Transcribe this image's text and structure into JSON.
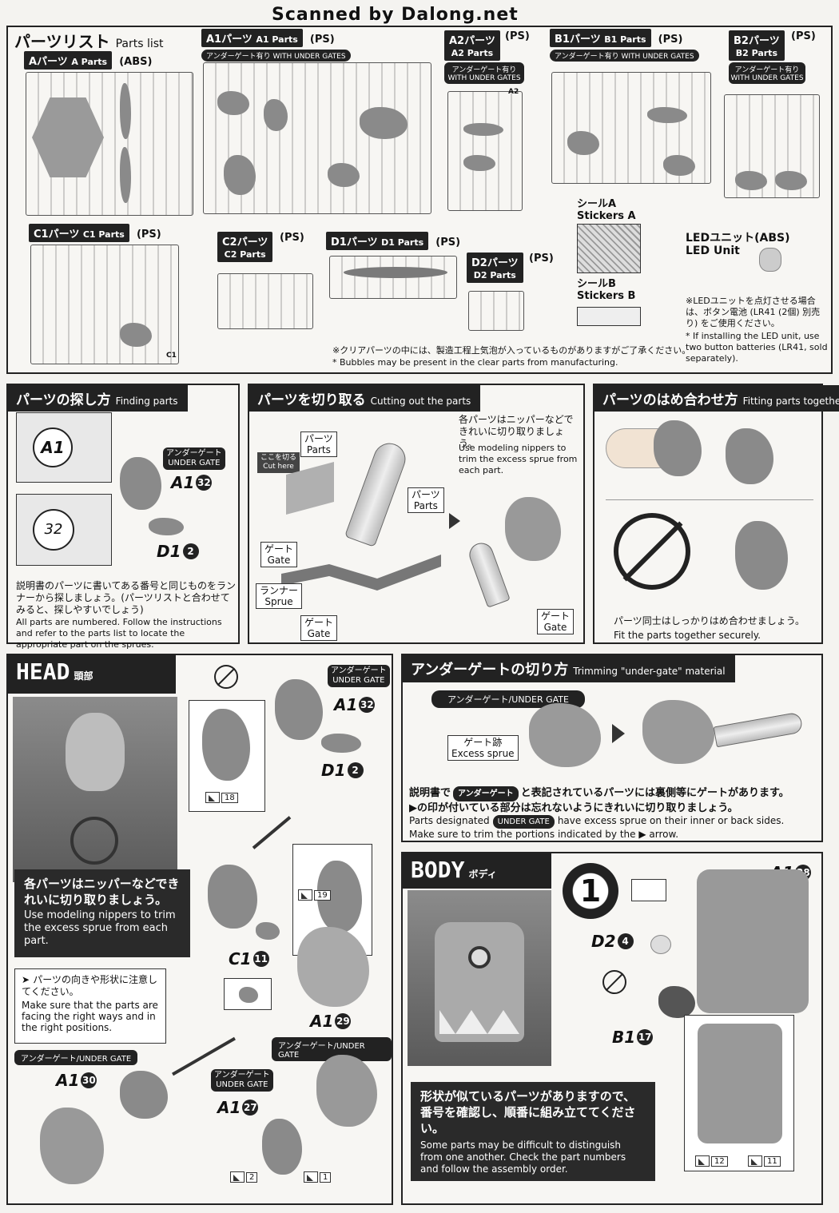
{
  "watermark": "Scanned by Dalong.net",
  "parts_list": {
    "title_jp": "パーツリスト",
    "title_en": "Parts list",
    "a": {
      "jp": "Aパーツ",
      "en": "A Parts",
      "mat": "(ABS)"
    },
    "a1": {
      "jp": "A1パーツ",
      "en": "A1 Parts",
      "mat": "(PS)",
      "gate": "アンダーゲート有り WITH UNDER GATES"
    },
    "a2": {
      "jp": "A2パーツ",
      "en": "A2 Parts",
      "mat": "(PS)",
      "gate_jp": "アンダーゲート有り",
      "gate_en": "WITH UNDER GATES",
      "sprue_label": "A2"
    },
    "b1": {
      "jp": "B1パーツ",
      "en": "B1 Parts",
      "mat": "(PS)",
      "gate": "アンダーゲート有り WITH UNDER GATES"
    },
    "b2": {
      "jp": "B2パーツ",
      "en": "B2 Parts",
      "mat": "(PS)",
      "gate_jp": "アンダーゲート有り",
      "gate_en": "WITH UNDER GATES"
    },
    "c1": {
      "jp": "C1パーツ",
      "en": "C1 Parts",
      "mat": "(PS)",
      "sprue_label": "C1"
    },
    "c2": {
      "jp": "C2パーツ",
      "en": "C2 Parts",
      "mat": "(PS)"
    },
    "d1": {
      "jp": "D1パーツ",
      "en": "D1 Parts",
      "mat": "(PS)"
    },
    "d2": {
      "jp": "D2パーツ",
      "en": "D2 Parts",
      "mat": "(PS)"
    },
    "stickers_a": {
      "jp": "シールA",
      "en": "Stickers A"
    },
    "stickers_b": {
      "jp": "シールB",
      "en": "Stickers B"
    },
    "led": {
      "jp": "LEDユニット(ABS)",
      "en": "LED Unit"
    },
    "led_note_jp": "※LEDユニットを点灯させる場合は、ボタン電池 (LR41 (2個) 別売り) をご使用ください。",
    "led_note_en": "* If installing the LED unit, use two button batteries (LR41, sold separately).",
    "bubble_jp": "※クリアパーツの中には、製造工程上気泡が入っているものがありますがご了承ください。",
    "bubble_en": "* Bubbles may be present in the clear parts from manufacturing."
  },
  "finding": {
    "title_jp": "パーツの探し方",
    "title_en": "Finding parts",
    "runner_tag": "A1",
    "runner_num": "32",
    "gate_jp": "アンダーゲート",
    "gate_en": "UNDER GATE",
    "p1": {
      "letter": "A1",
      "num": "32"
    },
    "p2": {
      "letter": "D1",
      "num": "2"
    },
    "text_jp": "説明書のパーツに書いてある番号と同じものをランナーから探しましょう。(パーツリストと合わせてみると、探しやすいでしょう)",
    "text_en": "All parts are numbered. Follow the instructions and refer to the parts list to locate the appropriate part on the sprues."
  },
  "cutting": {
    "title_jp": "パーツを切り取る",
    "title_en": "Cutting out the parts",
    "cut_here_jp": "ここを切る",
    "cut_here_en": "Cut here",
    "parts_jp": "パーツ",
    "parts_en": "Parts",
    "gate_jp": "ゲート",
    "gate_en": "Gate",
    "runner_jp": "ランナー",
    "runner_en": "Sprue",
    "text_jp": "各パーツはニッパーなどできれいに切り取りましょう。",
    "text_en": "Use modeling nippers to trim the excess sprue from each part."
  },
  "fitting": {
    "title_jp": "パーツのはめ合わせ方",
    "title_en": "Fitting parts together",
    "text_jp": "パーツ同士はしっかりはめ合わせましょう。",
    "text_en": "Fit the parts together securely."
  },
  "head": {
    "title_en": "HEAD",
    "title_jp": "頭部",
    "gate_jp": "アンダーゲート",
    "gate_en": "UNDER GATE",
    "gate_full": "アンダーゲート/UNDER GATE",
    "p_a1_32": {
      "letter": "A1",
      "num": "32"
    },
    "p_d1_2": {
      "letter": "D1",
      "num": "2"
    },
    "p_c1_11": {
      "letter": "C1",
      "num": "11"
    },
    "p_a1_29": {
      "letter": "A1",
      "num": "29"
    },
    "p_a1_30": {
      "letter": "A1",
      "num": "30"
    },
    "p_a1_27": {
      "letter": "A1",
      "num": "27"
    },
    "ref18": "18",
    "ref19": "19",
    "ref2": "2",
    "ref1": "1",
    "nippers_jp": "各パーツはニッパーなどできれいに切り取りましょう。",
    "nippers_en": "Use modeling nippers to trim the excess sprue from each part.",
    "orient_jp": "パーツの向きや形状に注意してください。",
    "orient_en": "Make sure that the parts are facing the right ways and in the right positions."
  },
  "undergate": {
    "title_jp": "アンダーゲートの切り方",
    "title_en": "Trimming \"under-gate\" material",
    "label": "アンダーゲート/UNDER GATE",
    "trace_jp": "ゲート跡",
    "trace_en": "Excess sprue",
    "text_jp1": "説明書で",
    "text_tag_jp": "アンダーゲート",
    "text_jp2": "と表記されているパーツには裏側等にゲートがあります。",
    "text_jp3": "▶の印が付いている部分は忘れないようにきれいに切り取りましょう。",
    "text_en1": "Parts designated",
    "text_tag_en": "UNDER GATE",
    "text_en2": "have excess sprue on their inner or back sides.",
    "text_en3": "Make sure to trim the portions indicated by the ▶ arrow."
  },
  "body": {
    "title_en": "BODY",
    "title_jp": "ボディ",
    "step": "1",
    "p_a1_28": {
      "letter": "A1",
      "num": "28"
    },
    "p_d2_4": {
      "letter": "D2",
      "num": "4"
    },
    "p_b1_17": {
      "letter": "B1",
      "num": "17"
    },
    "ref12": "12",
    "ref11": "11",
    "note_jp": "形状が似ているパーツがありますので、番号を確認し、順番に組み立ててください。",
    "note_en": "Some parts may be difficult to distinguish from one another. Check the part numbers and follow the assembly order."
  }
}
